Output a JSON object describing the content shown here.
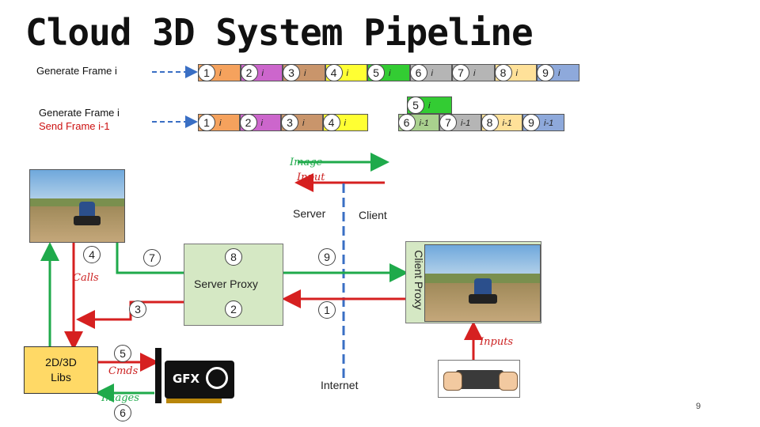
{
  "title": "Cloud 3D System Pipeline",
  "rows": {
    "row1_label": "Generate Frame i",
    "row2_label_line1": "Generate Frame i",
    "row2_label_line2": "Send Frame i-1"
  },
  "row1_segments": [
    {
      "n": "1",
      "sub": "i",
      "color": "#f5a25d"
    },
    {
      "n": "2",
      "sub": "i",
      "color": "#cc66cc"
    },
    {
      "n": "3",
      "sub": "i",
      "color": "#c9956b"
    },
    {
      "n": "4",
      "sub": "i",
      "color": "#ffff33"
    },
    {
      "n": "5",
      "sub": "i",
      "color": "#33cc33"
    },
    {
      "n": "6",
      "sub": "i",
      "color": "#b5b5b5"
    },
    {
      "n": "7",
      "sub": "i",
      "color": "#b5b5b5"
    },
    {
      "n": "8",
      "sub": "i",
      "color": "#ffe199"
    },
    {
      "n": "9",
      "sub": "i",
      "color": "#8ea9db"
    }
  ],
  "row2_segments": [
    {
      "n": "1",
      "sub": "i",
      "color": "#f5a25d"
    },
    {
      "n": "2",
      "sub": "i",
      "color": "#cc66cc"
    },
    {
      "n": "3",
      "sub": "i",
      "color": "#c9956b"
    },
    {
      "n": "4",
      "sub": "i",
      "color": "#ffff33"
    },
    {
      "n": "6",
      "sub": "i-1",
      "color": "#a9d18e"
    },
    {
      "n": "7",
      "sub": "i-1",
      "color": "#b5b5b5"
    },
    {
      "n": "8",
      "sub": "i-1",
      "color": "#ffe199"
    },
    {
      "n": "9",
      "sub": "i-1",
      "color": "#8ea9db"
    }
  ],
  "row2_extra": {
    "n": "5",
    "sub": "i",
    "color": "#33cc33"
  },
  "legend": {
    "image": "Image",
    "input": "Input"
  },
  "labels": {
    "server": "Server",
    "client": "Client",
    "server_proxy": "Server Proxy",
    "client_proxy": "Client Proxy",
    "libs_line1": "2D/3D",
    "libs_line2": "Libs",
    "calls": "Calls",
    "cmds": "Cmds",
    "images": "Images",
    "inputs": "Inputs",
    "internet": "Internet",
    "gfx": "GFX",
    "page_number": "9"
  },
  "step_numbers": {
    "s1": "1",
    "s2": "2",
    "s3": "3",
    "s4": "4",
    "s5": "5",
    "s6": "6",
    "s7": "7",
    "s8": "8",
    "s9": "9"
  },
  "colors": {
    "green": "#1faa4b",
    "red": "#d62020",
    "blue_dash": "#3a6fc4",
    "proxy_fill": "#d5e8c4"
  }
}
